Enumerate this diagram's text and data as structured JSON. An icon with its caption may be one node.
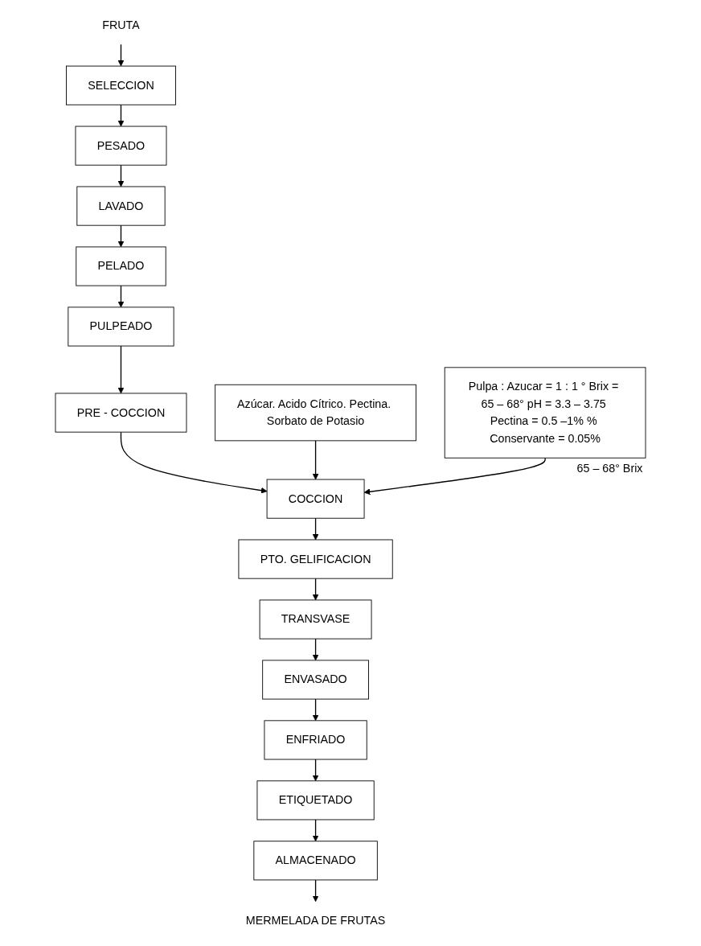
{
  "diagram": {
    "nodes": [
      {
        "text": [
          "FRUTA"
        ]
      },
      {
        "text": [
          "SELECCION"
        ]
      },
      {
        "text": [
          "PESADO"
        ]
      },
      {
        "text": [
          "LAVADO"
        ]
      },
      {
        "text": [
          "PELADO"
        ]
      },
      {
        "text": [
          "PULPEADO"
        ]
      },
      {
        "text": [
          "PRE - COCCION"
        ]
      },
      {
        "text": [
          "Azúcar. Acido Cítrico. Pectina. Sorbato de Potasio"
        ]
      },
      {
        "text": [
          "COCCION"
        ]
      },
      {
        "text": [
          "Pulpa : Azucar = 1 : 1 ° Brix = 65 – 68° pH = 3.3 – 3.75 Pectina = 0.5 –1% % Conservante = 0.05%"
        ],
        "beside": [
          "65 – 68° Brix"
        ]
      },
      {
        "text": [
          "PTO. GELIFICACION"
        ]
      },
      {
        "text": [
          "TRANSVASE"
        ]
      },
      {
        "text": [
          "ENVASADO"
        ]
      },
      {
        "text": [
          "ENFRIADO"
        ]
      },
      {
        "text": [
          "ETIQUETADO"
        ]
      },
      {
        "text": [
          "ALMACENADO"
        ]
      },
      {
        "text": [
          "MERMELADA DE FRUTAS"
        ]
      }
    ],
    "edges": [
      {
        "from": 0,
        "to": 1,
        "arrow": "to"
      },
      {
        "from": 1,
        "to": 2,
        "arrow": "to"
      },
      {
        "from": 2,
        "to": 3,
        "arrow": "to"
      },
      {
        "from": 3,
        "to": 4,
        "arrow": "to"
      },
      {
        "from": 4,
        "to": 5,
        "arrow": "to"
      },
      {
        "from": 5,
        "to": 6,
        "arrow": "to"
      },
      {
        "from": 6,
        "to": 8,
        "arrow": "to"
      },
      {
        "from": 7,
        "to": 8,
        "arrow": "to"
      },
      {
        "from": 9,
        "to": 8,
        "arrow": "to"
      },
      {
        "from": 8,
        "to": 10,
        "arrow": "to"
      },
      {
        "from": 10,
        "to": 11,
        "arrow": "to"
      },
      {
        "from": 11,
        "to": 12,
        "arrow": "to"
      },
      {
        "from": 12,
        "to": 13,
        "arrow": "to"
      },
      {
        "from": 13,
        "to": 14,
        "arrow": "to"
      },
      {
        "from": 14,
        "to": 15,
        "arrow": "to"
      },
      {
        "from": 15,
        "to": 16,
        "arrow": "to"
      }
    ]
  }
}
